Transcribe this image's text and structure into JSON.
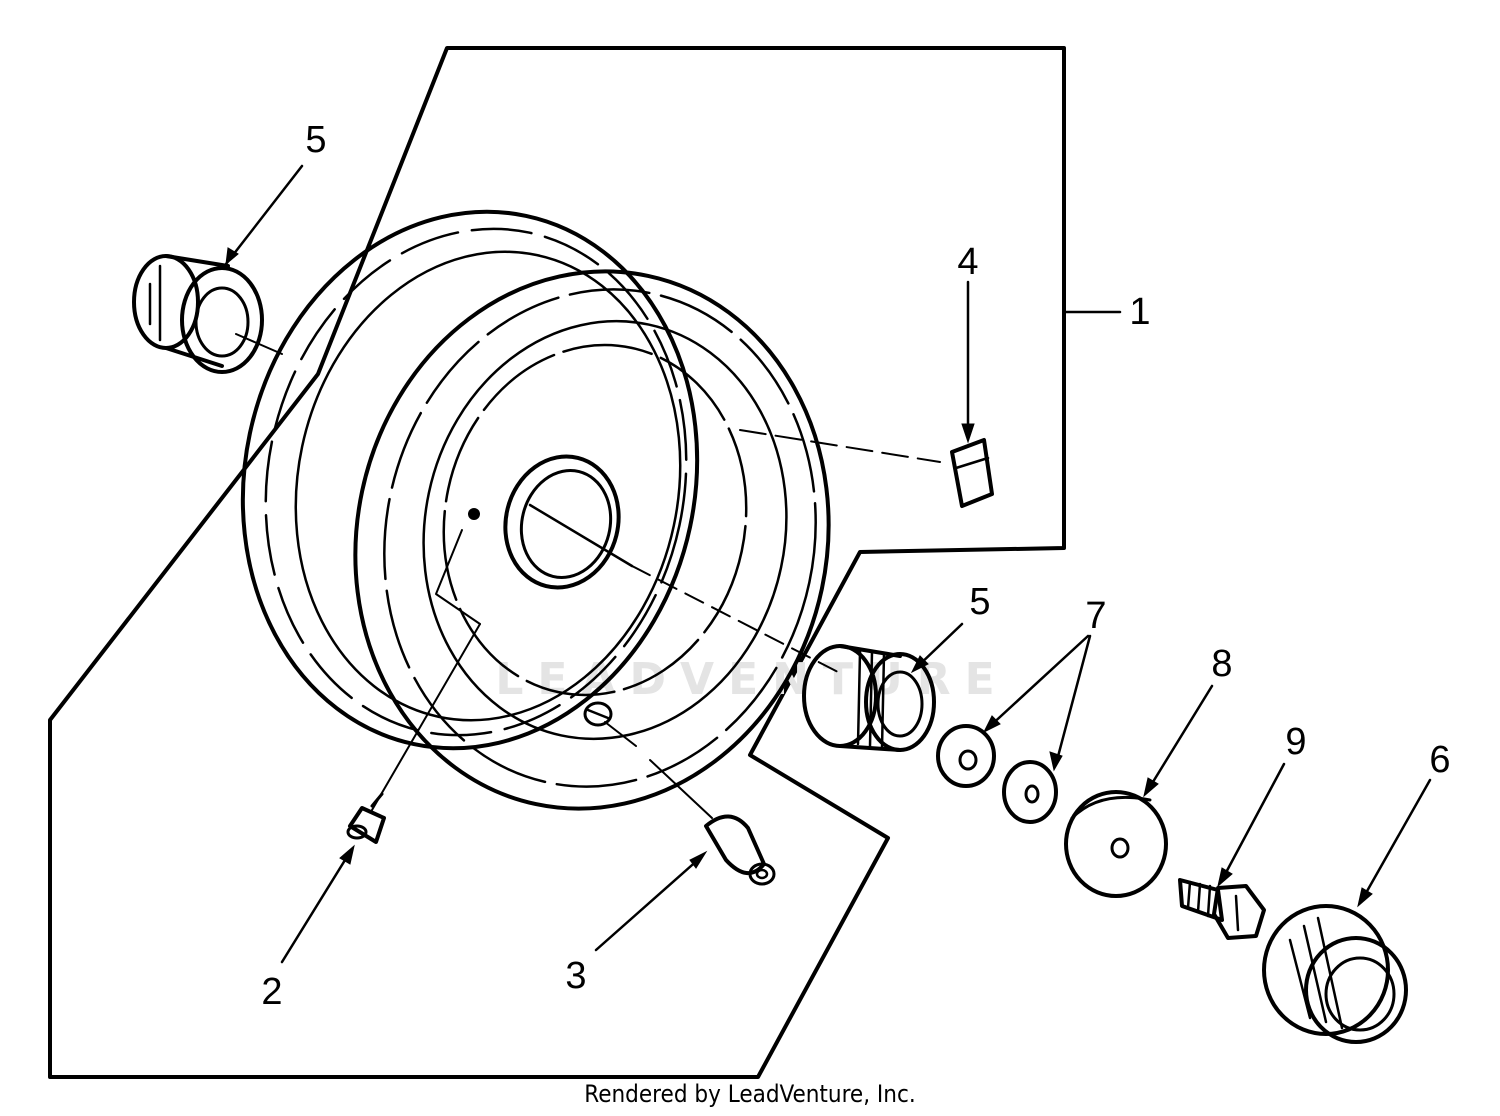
{
  "diagram": {
    "watermark": "LEADVENTURE",
    "footer": "Rendered by LeadVenture, Inc.",
    "callouts": {
      "c5a": "5",
      "c4": "4",
      "c1": "1",
      "c5b": "5",
      "c7": "7",
      "c8": "8",
      "c9": "9",
      "c6": "6",
      "c2": "2",
      "c3": "3"
    }
  }
}
